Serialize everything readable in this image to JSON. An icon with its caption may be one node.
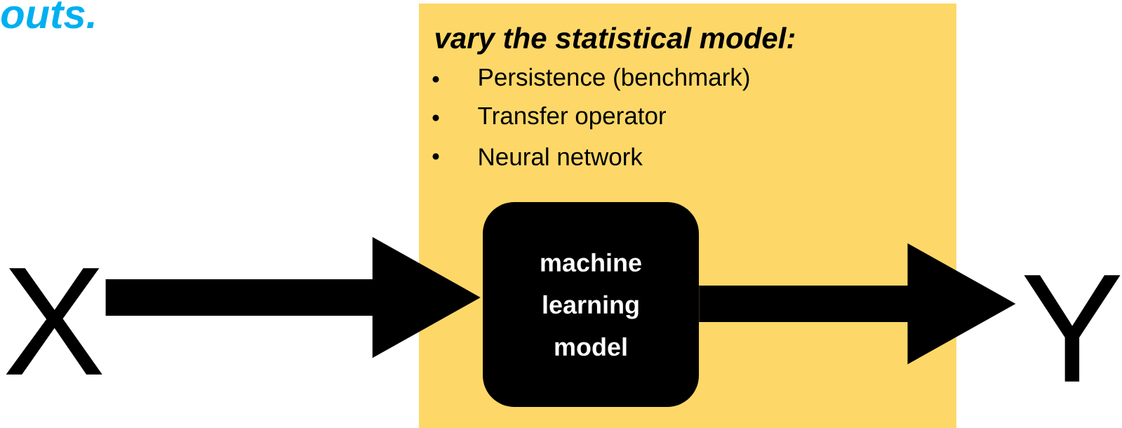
{
  "diagram": {
    "nodes": [
      {
        "text": [
          "vary the statistical model:",
          "Persistence (benchmark)",
          "Transfer operator",
          "Neural network"
        ]
      },
      {
        "text": [
          "X"
        ]
      },
      {
        "text": [
          "machine learning model"
        ],
        "in": 0
      },
      {
        "text": [
          "Y"
        ]
      }
    ],
    "edges": [
      {
        "from": 1,
        "to": 2,
        "arrow": "to"
      },
      {
        "from": 2,
        "to": 3,
        "arrow": "to"
      }
    ],
    "labels": [
      "outs."
    ]
  }
}
